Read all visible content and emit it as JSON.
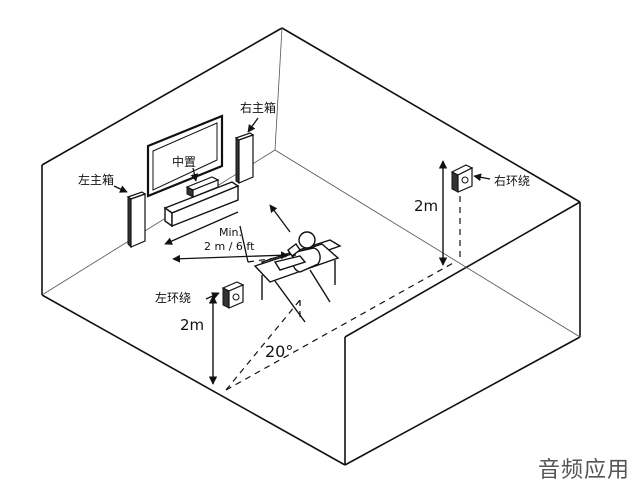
{
  "labels": {
    "left_main": "左主箱",
    "right_main": "右主箱",
    "center": "中置",
    "left_surround": "左环绕",
    "right_surround": "右环绕",
    "min_line1": "Min.",
    "min_line2": "2 m / 6 ft",
    "height_left": "2m",
    "height_right": "2m",
    "angle": "20°"
  },
  "watermark": "音频应用"
}
